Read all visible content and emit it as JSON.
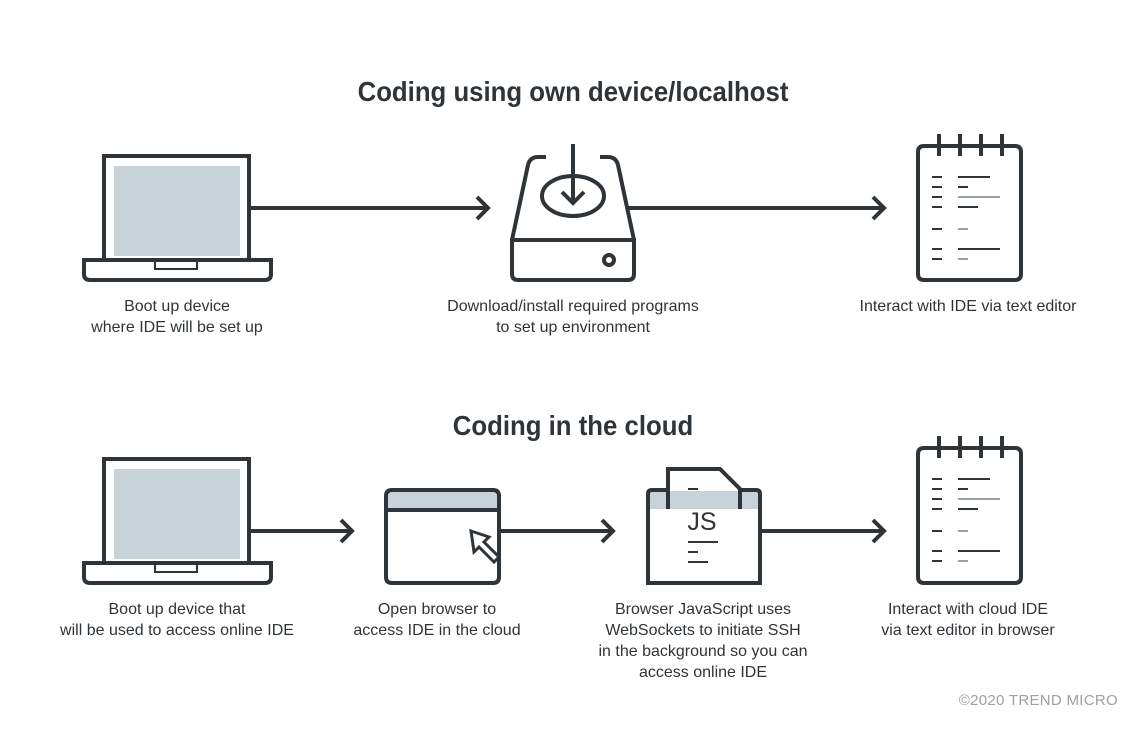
{
  "sections": {
    "local": {
      "title": "Coding using own device/localhost",
      "steps": [
        {
          "line1": "Boot up device",
          "line2": "where IDE will be set up"
        },
        {
          "line1": "Download/install required programs",
          "line2": "to set up environment"
        },
        {
          "line1": "Interact with IDE via text editor"
        }
      ]
    },
    "cloud": {
      "title": "Coding in the cloud",
      "steps": [
        {
          "line1": "Boot up device that",
          "line2": "will be used to access online IDE"
        },
        {
          "line1": "Open browser to",
          "line2": "access IDE in the cloud"
        },
        {
          "line1": "Browser JavaScript uses",
          "line2": "WebSockets to initiate SSH",
          "line3": "in the background so you can",
          "line4": "access online IDE"
        },
        {
          "line1": "Interact with cloud IDE",
          "line2": "via text editor in browser"
        }
      ]
    }
  },
  "js_label": "JS",
  "copyright": "©2020 TREND MICRO",
  "colors": {
    "ink": "#2f3438",
    "fill": "#c8d3d9",
    "muted": "#9aa0a4"
  },
  "icons": [
    "laptop-icon",
    "hard-drive-download-icon",
    "notepad-icon",
    "browser-window-icon",
    "cursor-icon",
    "js-file-icon",
    "arrow-icon"
  ]
}
